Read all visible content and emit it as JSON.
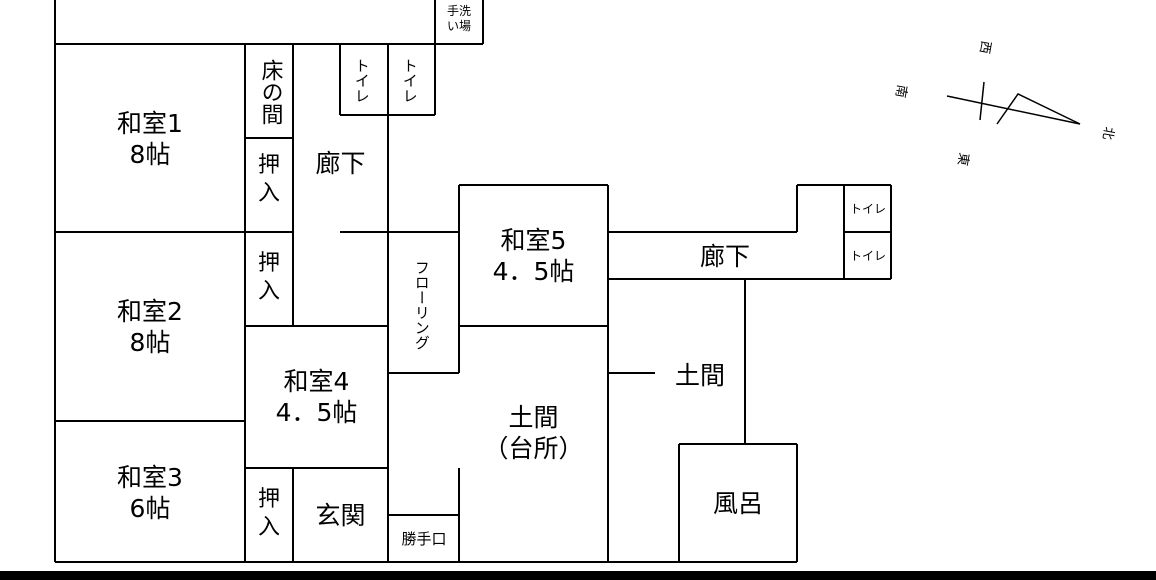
{
  "rooms": {
    "washroom": [
      "手洗",
      "い場"
    ],
    "tokonoma": "床の間",
    "closet_upper": [
      "押",
      "入"
    ],
    "closet_middle": [
      "押",
      "入"
    ],
    "closet_lower": [
      "押",
      "入"
    ],
    "toilet_a": "トイレ",
    "toilet_b": "トイレ",
    "toilet_c": "トイレ",
    "toilet_d": "トイレ",
    "washitsu1": [
      "和室1",
      "8帖"
    ],
    "washitsu2": [
      "和室2",
      "8帖"
    ],
    "washitsu3": [
      "和室3",
      "6帖"
    ],
    "washitsu4": [
      "和室4",
      "4．5帖"
    ],
    "washitsu5": [
      "和室5",
      "4．5帖"
    ],
    "corridor_left": "廊下",
    "corridor_right": "廊下",
    "flooring": "フローリング",
    "doma_kitchen": [
      "土間",
      "（台所）"
    ],
    "doma": "土間",
    "bath": "風呂",
    "entrance": "玄関",
    "back_door": "勝手口"
  },
  "compass": {
    "west": "西",
    "south": "南",
    "north": "北",
    "east": "東"
  }
}
